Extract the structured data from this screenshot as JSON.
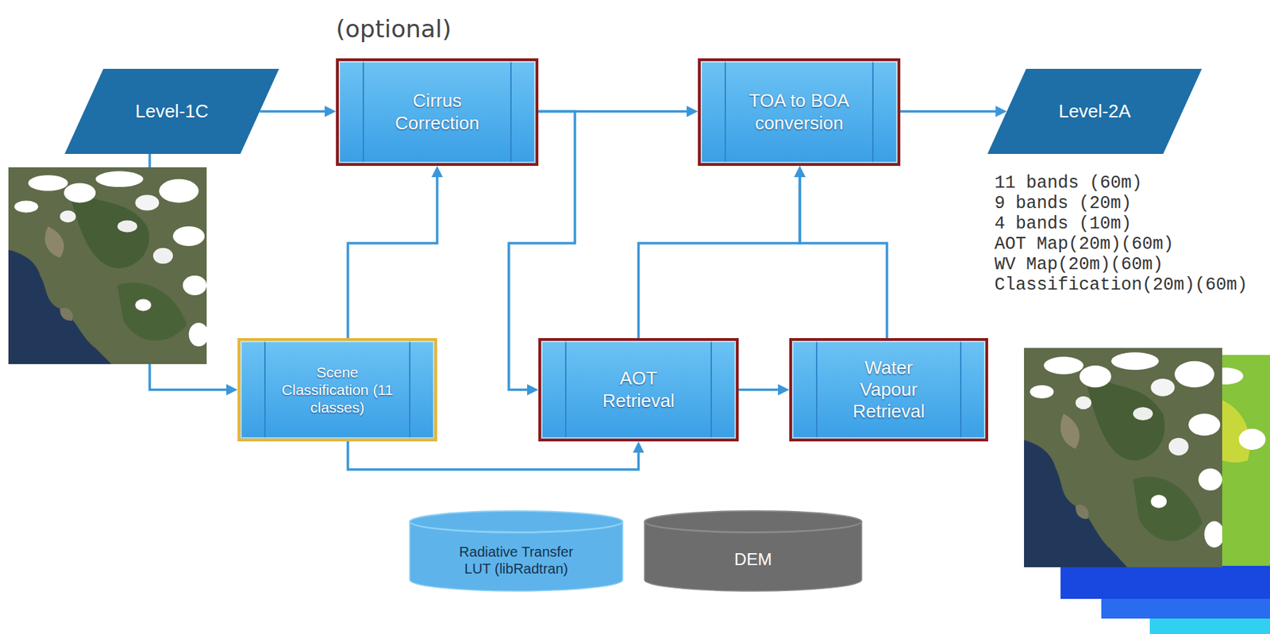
{
  "diagram": {
    "nodes": [
      {
        "text": [
          "Level-1C"
        ]
      },
      {
        "text": [
          "(optional)",
          "Cirrus Correction"
        ]
      },
      {
        "text": [
          "TOA to BOA conversion"
        ]
      },
      {
        "text": [
          "Level-2A"
        ]
      },
      {
        "text": [
          "Scene Classification (11 classes)"
        ]
      },
      {
        "text": [
          "AOT Retrieval"
        ]
      },
      {
        "text": [
          "Water Vapour Retrieval"
        ]
      },
      {
        "text": [
          "Radiative Transfer LUT (libRadtran)"
        ]
      },
      {
        "text": [
          "DEM"
        ]
      }
    ],
    "edges": [
      {
        "from": 0,
        "to": 1,
        "arrow": "to"
      },
      {
        "from": 0,
        "to": 4,
        "arrow": "to"
      },
      {
        "from": 4,
        "to": 1,
        "arrow": "to"
      },
      {
        "from": 4,
        "to": 5,
        "arrow": "to"
      },
      {
        "from": 1,
        "to": 2,
        "arrow": "to"
      },
      {
        "from": 1,
        "to": 5,
        "arrow": "to"
      },
      {
        "from": 5,
        "to": 6,
        "arrow": "to"
      },
      {
        "from": 5,
        "to": 2,
        "arrow": "to"
      },
      {
        "from": 6,
        "to": 2,
        "arrow": "to"
      },
      {
        "from": 2,
        "to": 3,
        "arrow": "to"
      }
    ],
    "labels": [
      "11 bands (60m)",
      "9 bands (20m)",
      "4 bands (10m)",
      "AOT Map(20m)(60m)",
      "WV Map(20m)(60m)",
      "Classification(20m)(60m)"
    ]
  }
}
